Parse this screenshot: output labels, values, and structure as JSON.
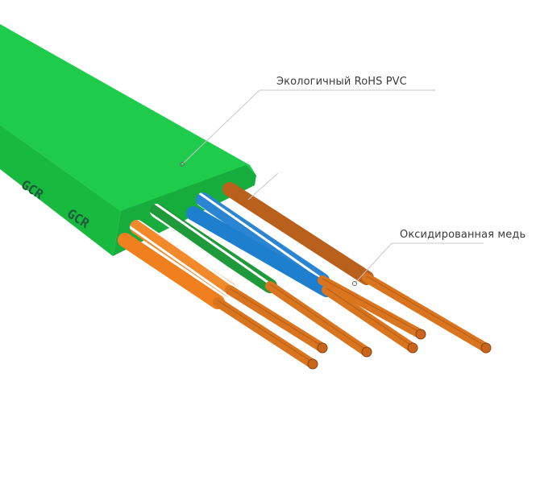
{
  "image": {
    "subject": "Flat Ethernet cable cross-section illustration",
    "brand_marking": [
      "GCR",
      "GCR"
    ],
    "callouts": [
      {
        "id": "jacket",
        "label": "Экологичный RoHS PVC"
      },
      {
        "id": "conductor",
        "label": "Оксидированная медь"
      }
    ],
    "colors": {
      "jacket": "#1ec94a",
      "jacket_side": "#17b23f",
      "jacket_front": "#15a83b",
      "marking": "#1f5a3a",
      "copper": "#d9741f",
      "copper_dark": "#a8520f",
      "callout_line": "#c8c8c8",
      "label_text": "#3a3a3a"
    },
    "wires": [
      {
        "name": "orange-solid",
        "color": "#f07f1e",
        "stripe": null
      },
      {
        "name": "orange-white",
        "color": "#f28a2c",
        "stripe": "#ffffff"
      },
      {
        "name": "green-white",
        "color": "#1f9a3a",
        "stripe": "#e8ffe8"
      },
      {
        "name": "blue-solid",
        "color": "#1f7fcf",
        "stripe": null
      },
      {
        "name": "blue-white",
        "color": "#2a86d2",
        "stripe": "#ffffff"
      },
      {
        "name": "brown-solid",
        "color": "#b8601c",
        "stripe": null
      }
    ]
  }
}
